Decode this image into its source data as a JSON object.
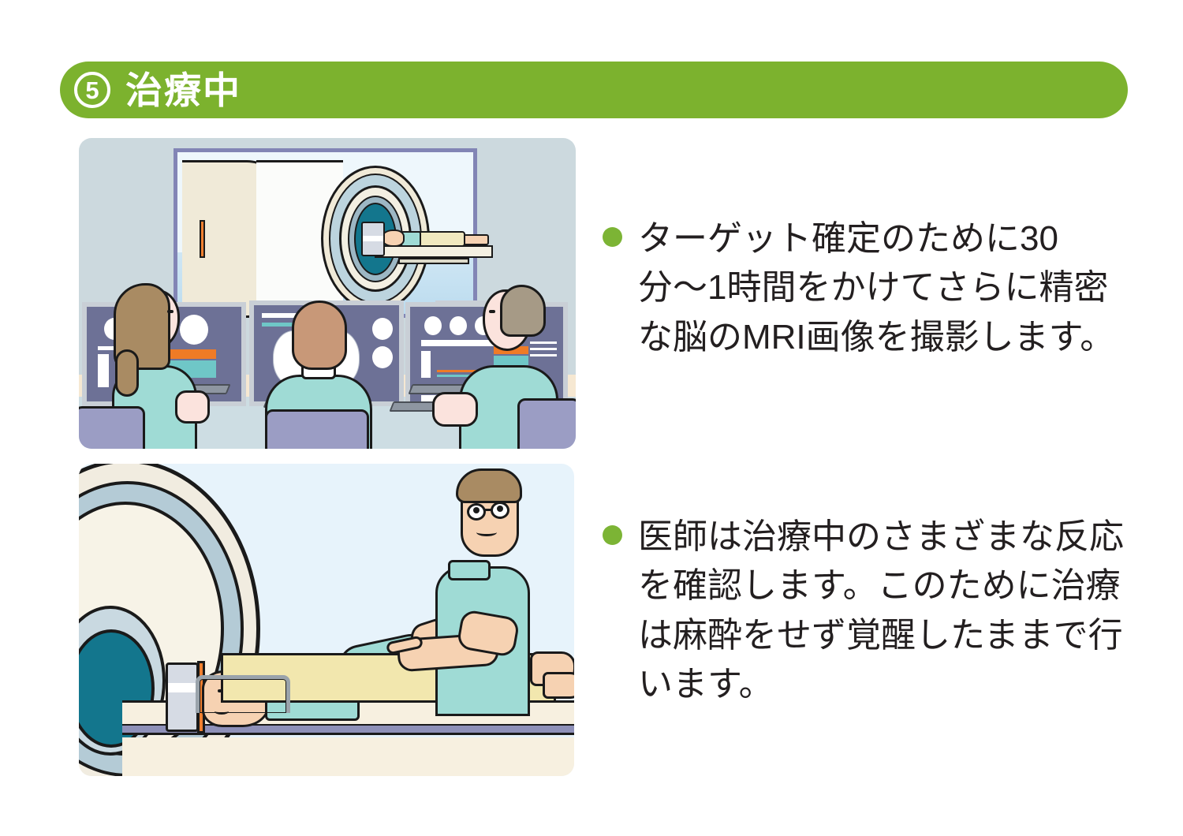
{
  "header": {
    "step_number": "5",
    "title": "治療中",
    "bar_color": "#7cb22e",
    "text_color": "#ffffff"
  },
  "bullets": [
    {
      "id": "bullet-mri-imaging",
      "text": "ターゲット確定のために30分〜1時間をかけてさらに精密な脳のMRI画像を撮影します。",
      "dot_color": "#7cb435"
    },
    {
      "id": "bullet-awake-treatment",
      "text": "医師は治療中のさまざまな反応を確認します。このために治療は麻酔をせず覚醒したままで行います。",
      "dot_color": "#7cb435"
    }
  ],
  "illustrations": [
    {
      "id": "mri-control-room",
      "caption_alt": "MRI操作室：3人の医療スタッフがモニターで脳画像と波形を確認し、窓の向こうのMRI装置に患者が入っている",
      "background_color": "#ccd9de",
      "elements": [
        "observation-window",
        "mri-scanner",
        "patient-on-table",
        "monitor-left",
        "monitor-center",
        "monitor-right",
        "staff-female-technician",
        "staff-center-operator",
        "staff-male-doctor",
        "keyboards",
        "chairs"
      ],
      "scrub_color": "#9fdbd5",
      "monitor_screen_color": "#6d7196"
    },
    {
      "id": "treatment-room",
      "caption_alt": "治療室：医師が覚醒したままの患者の手の反応を確認している。患者はMRI装置の寝台に横たわり頭部を固定されている",
      "background_color": "#e7f3fb",
      "elements": [
        "mri-bore-opening",
        "patient-head-frame",
        "patient-lying",
        "blanket",
        "safety-rail",
        "bed",
        "doctor-with-glasses",
        "patient-raised-hand"
      ],
      "scrub_color": "#9fdbd5",
      "blanket_color": "#f2e7ae"
    }
  ]
}
